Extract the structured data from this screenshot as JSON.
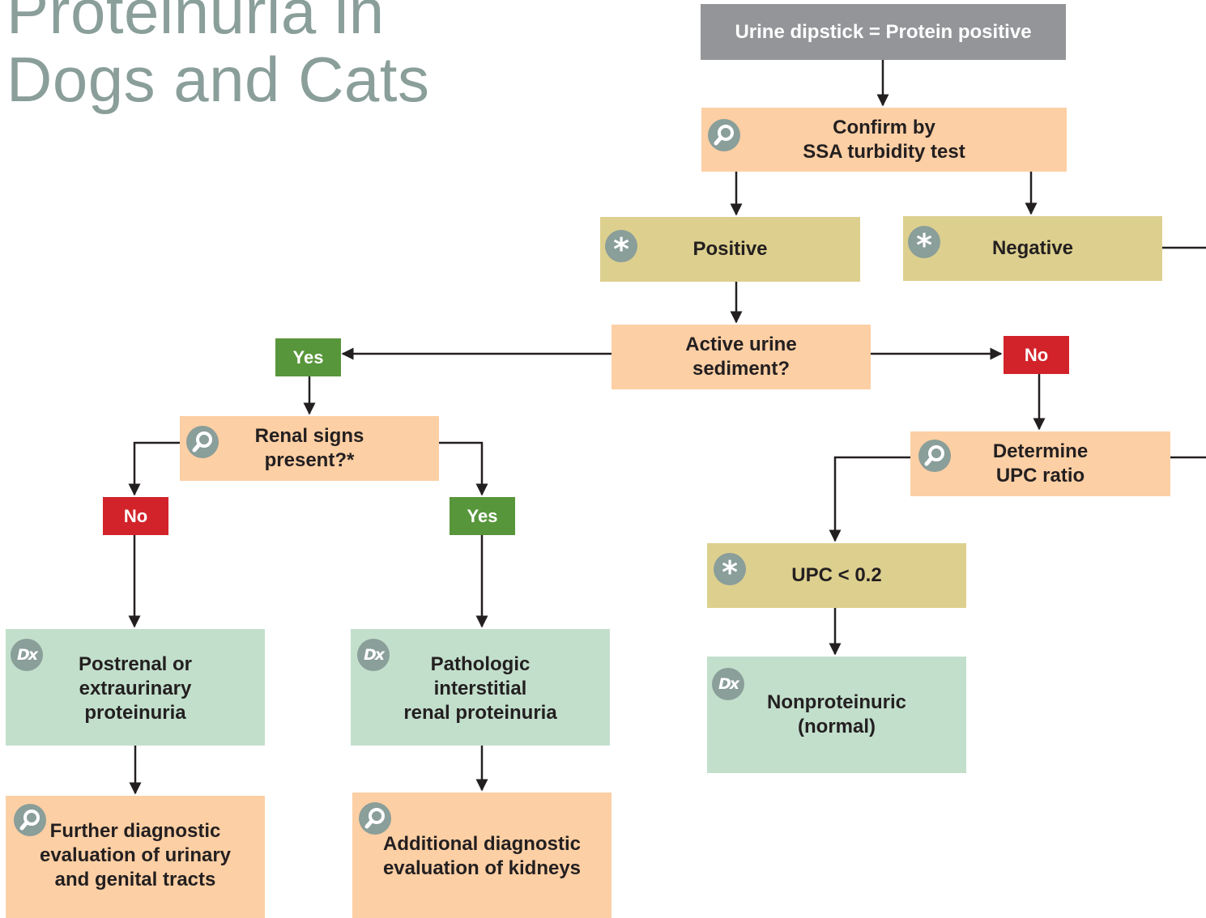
{
  "title": {
    "line1": "Proteinuria in",
    "line2": "Dogs and Cats"
  },
  "nodes": {
    "start": "Urine dipstick = Protein positive",
    "confirm": "Confirm by\nSSA turbidity test",
    "positive": "Positive",
    "negative": "Negative",
    "sediment": "Active urine\nsediment?",
    "yes_sediment": "Yes",
    "no_sediment": "No",
    "renal_signs": "Renal signs\npresent?*",
    "upc": "Determine\nUPC ratio",
    "no_renal": "No",
    "yes_renal": "Yes",
    "upc_low": "UPC < 0.2",
    "postrenal": "Postrenal or\nextraurinary\nproteinuria",
    "interstitial": "Pathologic\ninterstitial\nrenal proteinuria",
    "nonproteinuric": "Nonproteinuric\n(normal)",
    "further_eval": "Further diagnostic\nevaluation of urinary\nand genital tracts",
    "additional_eval": "Additional diagnostic\nevaluation of kidneys"
  },
  "icons": {
    "test": "magnifier-icon",
    "result": "asterisk-icon",
    "diagnosis": "dx-icon",
    "diagnosis_text": "Dx"
  },
  "colors": {
    "start": "#939598",
    "test": "#fdcfa4",
    "result": "#ddd08e",
    "diagnosis": "#c2dfcc",
    "yes": "#58963b",
    "no": "#d2232a",
    "title": "#8a9e9a",
    "icon": "#8a9e9a"
  }
}
